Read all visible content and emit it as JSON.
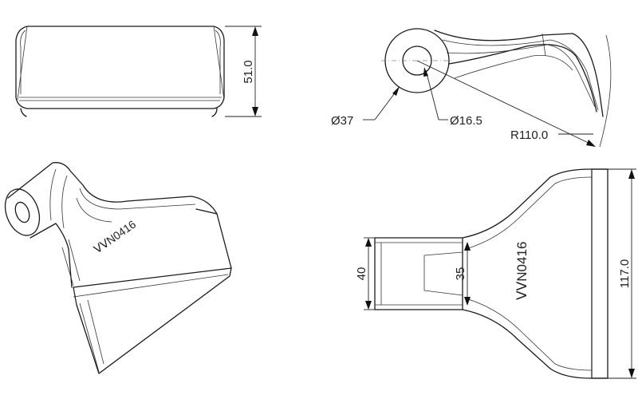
{
  "dimensions": {
    "height_side": "51.0",
    "outer_diameter": "Ø37",
    "hole_diameter": "Ø16.5",
    "bend_radius": "R110.0",
    "neck_width": "40",
    "inner_width": "35",
    "blade_width": "117.0"
  },
  "marking": {
    "part_code": "ᐯᐯN0416",
    "part_code_iso": "ᐯᐯN0416"
  },
  "colors": {
    "line": "#1a1a1a",
    "background": "#ffffff"
  }
}
